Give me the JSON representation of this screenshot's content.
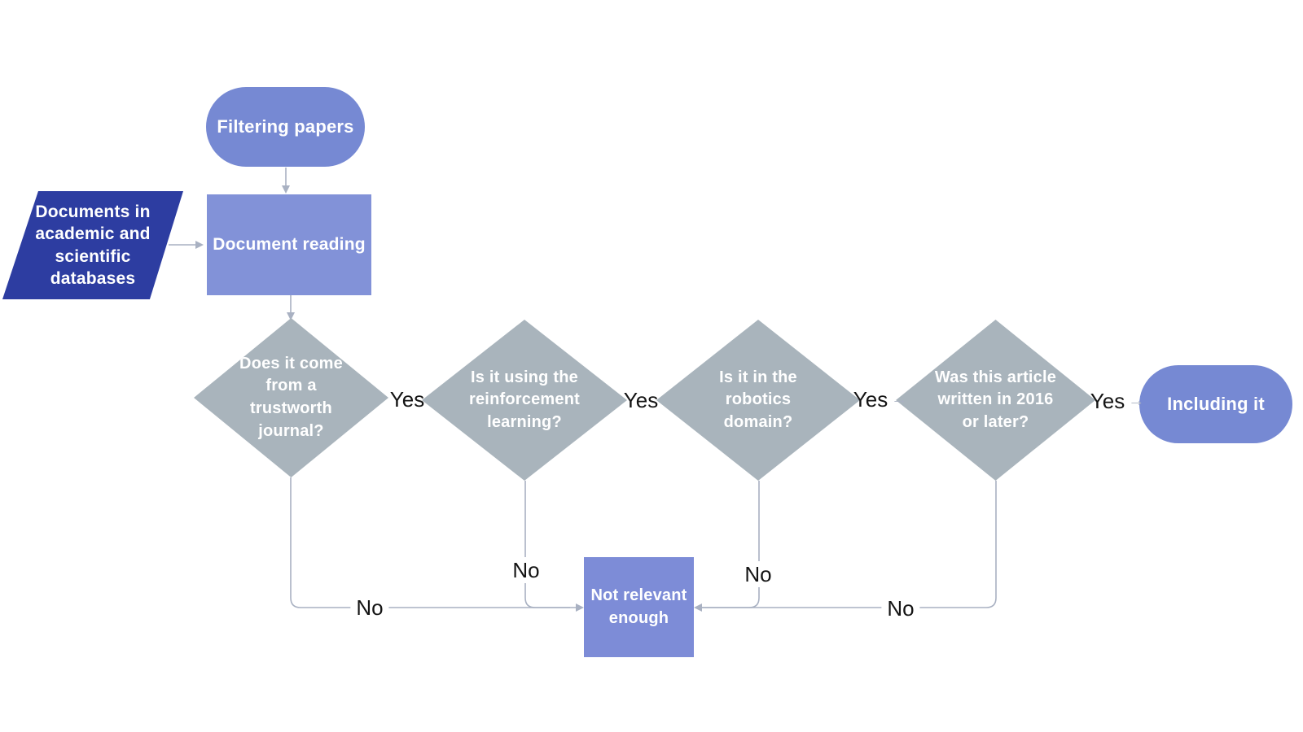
{
  "diagram": {
    "type": "flowchart",
    "nodes": {
      "start": {
        "shape": "terminator",
        "label": "Filtering papers"
      },
      "source": {
        "shape": "parallelogram",
        "label": "Documents in\nacademic and\nscientific\ndatabases"
      },
      "process": {
        "shape": "rectangle",
        "label": "Document reading"
      },
      "decision1": {
        "shape": "diamond",
        "label": "Does it come\nfrom a\ntrustworth\njournal?"
      },
      "decision2": {
        "shape": "diamond",
        "label": "Is it using the\nreinforcement\nlearning?"
      },
      "decision3": {
        "shape": "diamond",
        "label": "Is it in the\nrobotics\ndomain?"
      },
      "decision4": {
        "shape": "diamond",
        "label": "Was this article\nwritten in 2016\nor later?"
      },
      "include": {
        "shape": "terminator",
        "label": "Including it"
      },
      "reject": {
        "shape": "rectangle",
        "label": "Not relevant\nenough"
      }
    },
    "edge_labels": {
      "yes1": "Yes",
      "yes2": "Yes",
      "yes3": "Yes",
      "yes4": "Yes",
      "no1": "No",
      "no2": "No",
      "no3": "No",
      "no4": "No"
    },
    "icons": {
      "arrow_right": "→"
    },
    "colors": {
      "terminator": "#7689d3",
      "process": "#8292d8",
      "data": "#2d3da1",
      "decision": "#a9b4bc",
      "reject": "#7d8cd7",
      "connector": "#a9b1c2",
      "label_text": "#141414",
      "node_text": "#ffffff"
    }
  }
}
